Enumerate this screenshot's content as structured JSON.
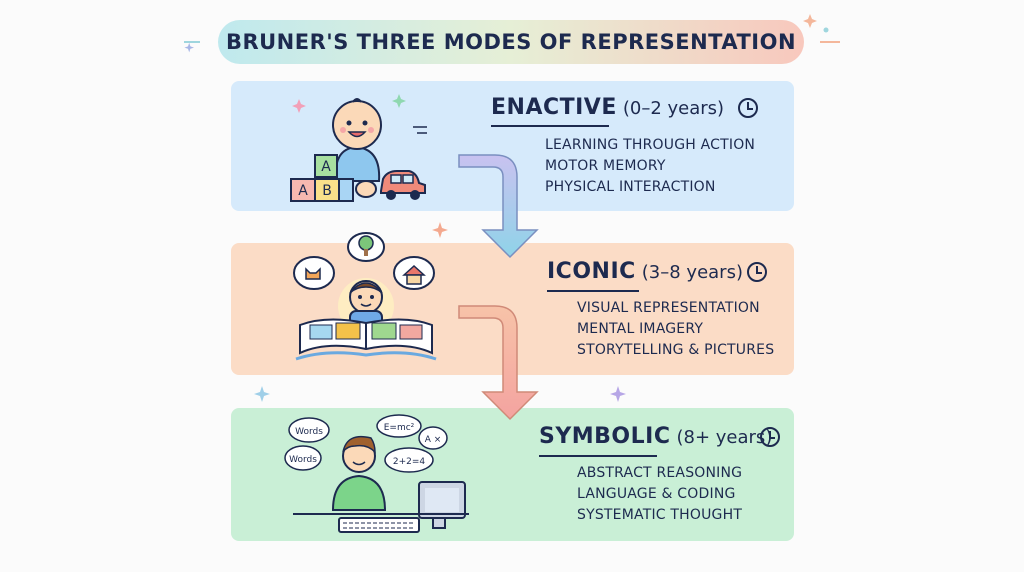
{
  "title": "BRUNER'S THREE MODES OF REPRESENTATION",
  "stages": [
    {
      "name": "ENACTIVE",
      "age": "(0–2 years)",
      "items": [
        "LEARNING THROUGH ACTION",
        "MOTOR MEMORY",
        "PHYSICAL INTERACTION"
      ],
      "illustration": {
        "blocks": [
          "A",
          "A",
          "B"
        ]
      },
      "color": "#d6eafb"
    },
    {
      "name": "ICONIC",
      "age": "(3–8 years)",
      "items": [
        "VISUAL REPRESENTATION",
        "MENTAL IMAGERY",
        "STORYTELLING & PICTURES"
      ],
      "color": "#fbdcc6"
    },
    {
      "name": "SYMBOLIC",
      "age": "(8+ years)",
      "items": [
        "ABSTRACT REASONING",
        "LANGUAGE & CODING",
        "SYSTEMATIC THOUGHT"
      ],
      "illustration": {
        "bubbles": [
          "Words",
          "Words",
          "E=mc²",
          "2+2=4",
          "A ×"
        ]
      },
      "color": "#c9efd6"
    }
  ],
  "icons": [
    "clock-icon",
    "baby-icon",
    "toy-car-icon",
    "cat-icon",
    "tree-icon",
    "house-icon",
    "open-book-icon",
    "computer-icon",
    "keyboard-icon",
    "down-arrow-icon"
  ]
}
